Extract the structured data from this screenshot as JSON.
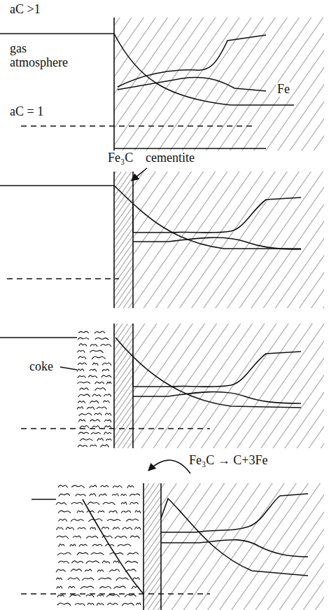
{
  "diagram": {
    "labels": [
      "aC >1",
      "gas atmosphere",
      "Fe",
      "aC = 1",
      "Fe₃C",
      "cementite",
      "coke",
      "Fe₃C → C+3Fe"
    ]
  }
}
